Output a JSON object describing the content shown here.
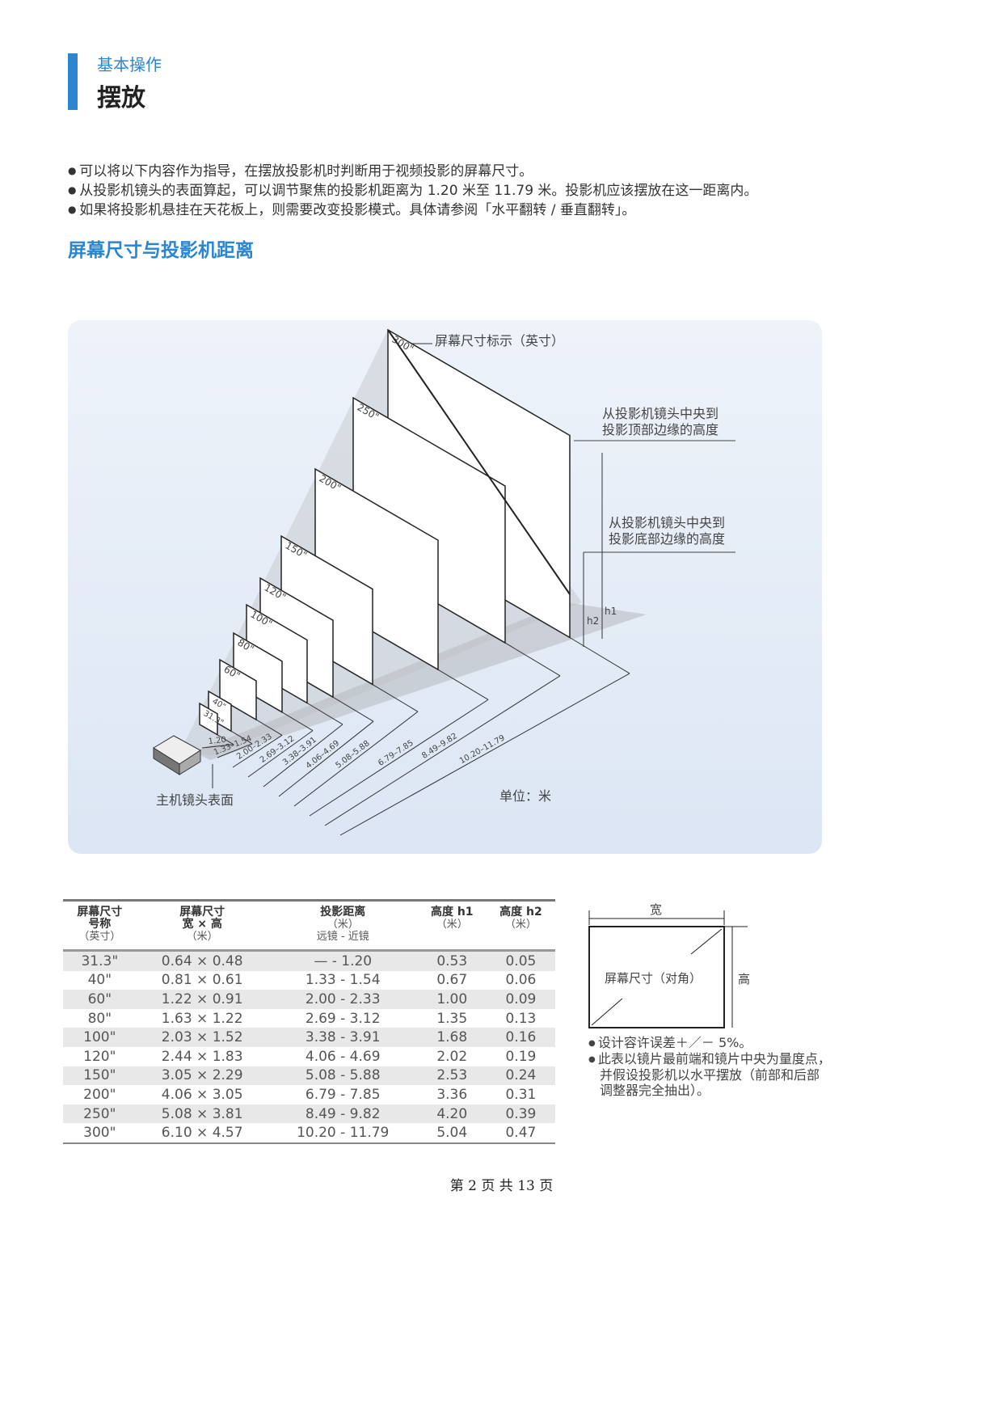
{
  "header": {
    "section": "基本操作",
    "title": "摆放"
  },
  "bullets": [
    "可以将以下内容作为指导，在摆放投影机时判断用于视频投影的屏幕尺寸。",
    "从投影机镜头的表面算起，可以调节聚焦的投影机距离为 1.20 米至 11.79 米。投影机应该摆放在这一距离内。",
    "如果将投影机悬挂在天花板上，则需要改变投影模式。具体请参阅「水平翻转 / 垂直翻转」。"
  ],
  "subheading": "屏幕尺寸与投影机距离",
  "diagram": {
    "screen_size_label": "屏幕尺寸标示（英寸）",
    "top_edge_label": [
      "从投影机镜头中央到",
      "投影顶部边缘的高度"
    ],
    "bottom_edge_label": [
      "从投影机镜头中央到",
      "投影底部边缘的高度"
    ],
    "h1": "h1",
    "h2": "h2",
    "lens_label": "主机镜头表面",
    "unit": "单位：米",
    "screens": [
      "31.3\"",
      "40\"",
      "60\"",
      "80\"",
      "100\"",
      "120\"",
      "150\"",
      "200\"",
      "250\"",
      "300\""
    ],
    "distances": [
      "1.20",
      "1.33–1.54",
      "2.00–2.33",
      "2.69–3.12",
      "3.38–3.91",
      "4.06–4.69",
      "5.08–5.88",
      "6.79–7.85",
      "8.49–9.82",
      "10.20–11.79"
    ]
  },
  "table": {
    "headers": [
      {
        "title": [
          "屏幕尺寸",
          "号称"
        ],
        "unit": [
          "（英寸）"
        ]
      },
      {
        "title": [
          "屏幕尺寸",
          "宽 × 高"
        ],
        "unit": [
          "（米）"
        ]
      },
      {
        "title": [
          "投影距离"
        ],
        "unit": [
          "（米）",
          "远镜 - 近镜"
        ]
      },
      {
        "title": [
          "高度 h1"
        ],
        "unit": [
          "（米）"
        ]
      },
      {
        "title": [
          "高度 h2"
        ],
        "unit": [
          "（米）"
        ]
      }
    ],
    "rows": [
      [
        "31.3\"",
        "0.64 × 0.48",
        "—  -  1.20",
        "0.53",
        "0.05"
      ],
      [
        "40\"",
        "0.81 × 0.61",
        "1.33  -  1.54",
        "0.67",
        "0.06"
      ],
      [
        "60\"",
        "1.22 × 0.91",
        "2.00  -  2.33",
        "1.00",
        "0.09"
      ],
      [
        "80\"",
        "1.63 × 1.22",
        "2.69  -  3.12",
        "1.35",
        "0.13"
      ],
      [
        "100\"",
        "2.03 × 1.52",
        "3.38  -  3.91",
        "1.68",
        "0.16"
      ],
      [
        "120\"",
        "2.44 × 1.83",
        "4.06  -  4.69",
        "2.02",
        "0.19"
      ],
      [
        "150\"",
        "3.05 × 2.29",
        "5.08  -  5.88",
        "2.53",
        "0.24"
      ],
      [
        "200\"",
        "4.06 × 3.05",
        "6.79  -  7.85",
        "3.36",
        "0.31"
      ],
      [
        "250\"",
        "5.08 × 3.81",
        "8.49  -  9.82",
        "4.20",
        "0.39"
      ],
      [
        "300\"",
        "6.10 × 4.57",
        "10.20  -  11.79",
        "5.04",
        "0.47"
      ]
    ]
  },
  "screen_box": {
    "width": "宽",
    "height": "高",
    "diagonal": "屏幕尺寸（对角）"
  },
  "notes": [
    "设计容许误差＋／－ 5%。",
    "此表以镜片最前端和镜片中央为量度点，并假设投影机以水平摆放（前部和后部调整器完全抽出）。"
  ],
  "footer": "第 2 页 共 13 页"
}
